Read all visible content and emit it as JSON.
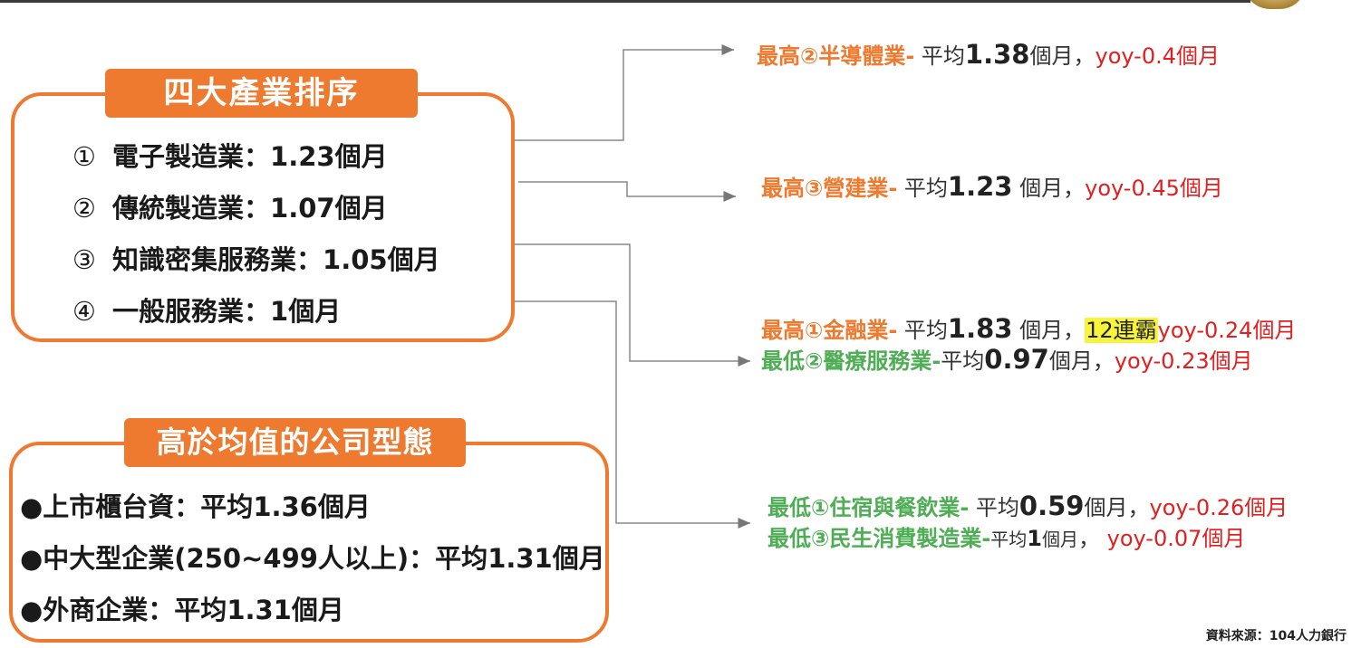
{
  "group1": {
    "title": "四大產業排序",
    "items": [
      {
        "num": "①",
        "label": "電子製造業：",
        "value": "1.23",
        "unit": "個月"
      },
      {
        "num": "②",
        "label": "傳統製造業：",
        "value": "1.07",
        "unit": "個月"
      },
      {
        "num": "③",
        "label": "知識密集服務業：",
        "value": "1.05",
        "unit": "個月"
      },
      {
        "num": "④",
        "label": "一般服務業：",
        "value": "1",
        "unit": "個月"
      }
    ]
  },
  "group2": {
    "title": "高於均值的公司型態",
    "items": [
      {
        "text": "●上市櫃台資：平均",
        "value": "1.36",
        "unit": "個月"
      },
      {
        "text": "●中大型企業(250~499人以上)：平均",
        "value": "1.31",
        "unit": "個月"
      },
      {
        "text": "●外商企業：平均",
        "value": "1.31",
        "unit": "個月"
      }
    ]
  },
  "details": [
    {
      "label": "最高②半導體業-",
      "avg": "平均",
      "value": "1.38",
      "unit": "個月",
      "sep": "，",
      "badge": "",
      "yoy": "yoy-0.4個月",
      "color": "#ee7a2f"
    },
    {
      "label": "最高③營建業-",
      "avg": "平均",
      "value": "1.23",
      "unit": " 個月",
      "sep": "，",
      "badge": "",
      "yoy": "yoy-0.45個月",
      "color": "#ee7a2f"
    },
    {
      "label": "最高①金融業-",
      "avg": "平均",
      "value": "1.83",
      "unit": " 個月",
      "sep": "，",
      "badge": "12連霸",
      "yoy": "yoy-0.24個月",
      "color": "#ee7a2f"
    },
    {
      "label": "最低②醫療服務業-",
      "avg": "平均",
      "value": "0.97",
      "unit": "個月",
      "sep": "，",
      "badge": "",
      "yoy": "yoy-0.23個月",
      "color": "#4fae55"
    },
    {
      "label": "最低①住宿與餐飲業-",
      "avg": "平均",
      "value": "0.59",
      "unit": "個月",
      "sep": "，",
      "badge": "",
      "yoy": "yoy-0.26個月",
      "color": "#4fae55"
    },
    {
      "label": "最低③民生消費製造業-",
      "avg": "平均",
      "value": "1",
      "unit": "個月",
      "sep": "，",
      "badge": "",
      "yoy": " yoy-0.07個月",
      "color": "#4fae55"
    }
  ],
  "source": "資料來源：104人力銀行"
}
